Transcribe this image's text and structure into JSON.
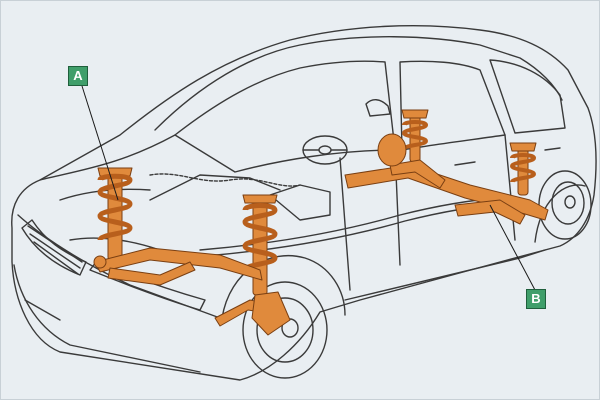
{
  "callouts": {
    "a": {
      "letter": "A",
      "part": "front-suspension"
    },
    "b": {
      "letter": "B",
      "part": "rear-suspension"
    }
  },
  "colors": {
    "background": "#e9eef2",
    "car_line": "#3a3a3a",
    "suspension_orange": "#e08a3c",
    "callout_green": "#3f9e6a"
  }
}
